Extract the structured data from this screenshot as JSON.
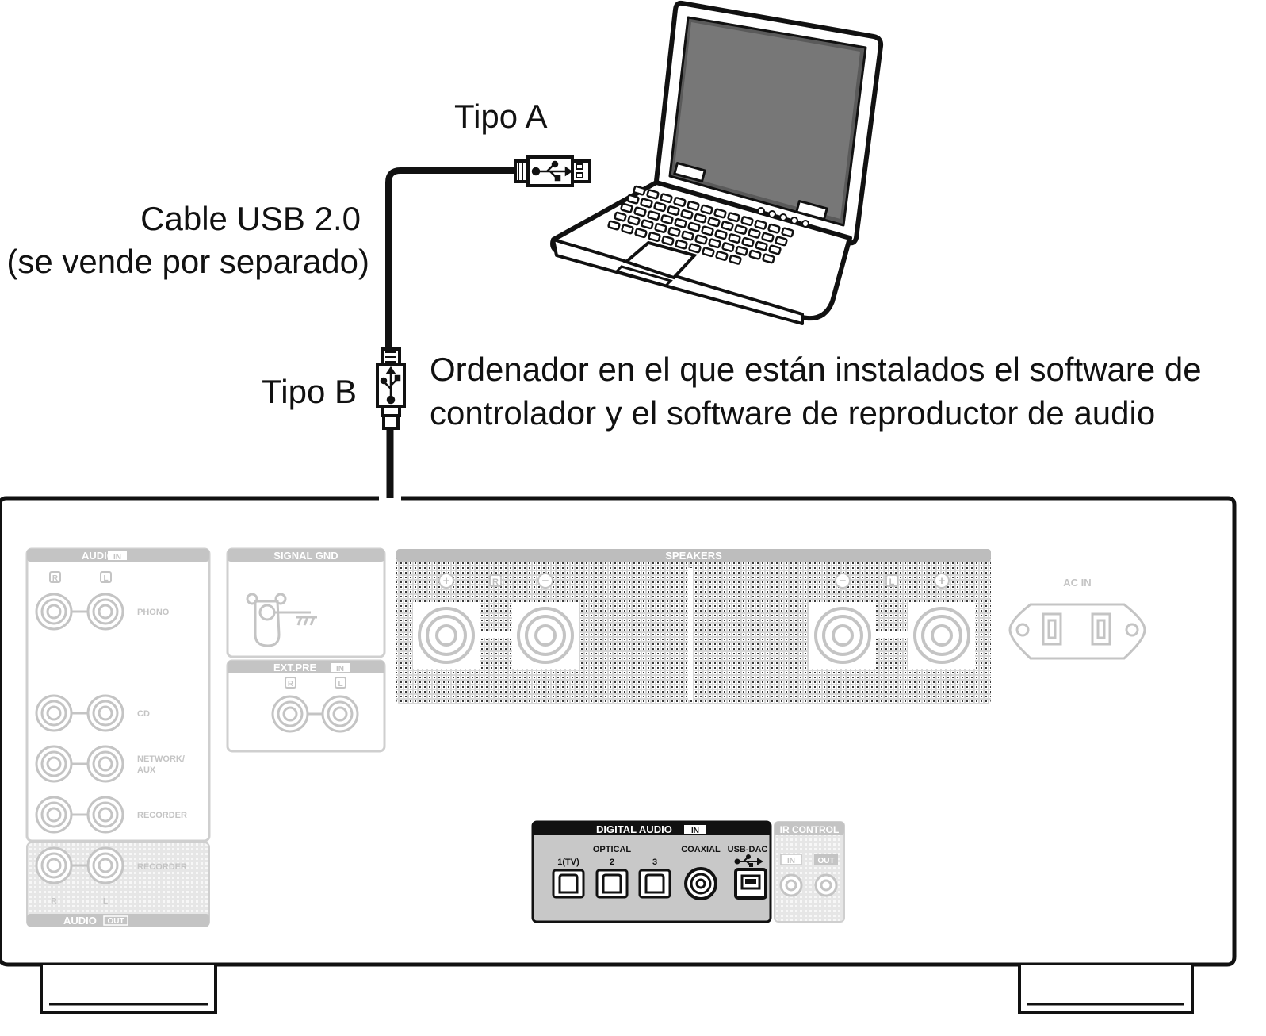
{
  "labels": {
    "tipo_a": "Tipo A",
    "tipo_b": "Tipo B",
    "cable_line1": "Cable USB 2.0",
    "cable_line2": "(se vende por separado)",
    "computer_line1": "Ordenador en el que están instalados el software de",
    "computer_line2": "controlador y el software de reproductor de audio"
  },
  "panel": {
    "audio_in": {
      "title": "AUDIO",
      "badge": "IN",
      "r": "R",
      "l": "L",
      "rows": [
        "PHONO",
        "CD",
        "NETWORK/",
        "AUX",
        "RECORDER"
      ]
    },
    "audio_out": {
      "row": "RECORDER",
      "r": "R",
      "l": "L",
      "title": "AUDIO",
      "badge": "OUT"
    },
    "signal_gnd": {
      "title": "SIGNAL GND"
    },
    "ext_pre": {
      "title": "EXT.PRE",
      "badge": "IN",
      "r": "R",
      "l": "L"
    },
    "speakers": {
      "title": "SPEAKERS",
      "plus": "+",
      "minus": "−",
      "r": "R",
      "l": "L"
    },
    "ac_in": {
      "title": "AC IN"
    },
    "digital_audio": {
      "title": "DIGITAL AUDIO",
      "badge": "IN",
      "optical": "OPTICAL",
      "opt1": "1(TV)",
      "opt2": "2",
      "opt3": "3",
      "coaxial": "COAXIAL",
      "usb_dac": "USB-DAC"
    },
    "ir_control": {
      "title": "IR CONTROL",
      "in": "IN",
      "out": "OUT"
    }
  },
  "icons": [
    "laptop-icon",
    "usb-type-a-plug-icon",
    "usb-type-b-plug-icon",
    "usb-symbol-icon"
  ],
  "colors": {
    "line": "#111111",
    "panel_gray": "#bdbdbd",
    "panel_light": "#e2e2e2",
    "digital_panel": "#c8c8c8"
  }
}
